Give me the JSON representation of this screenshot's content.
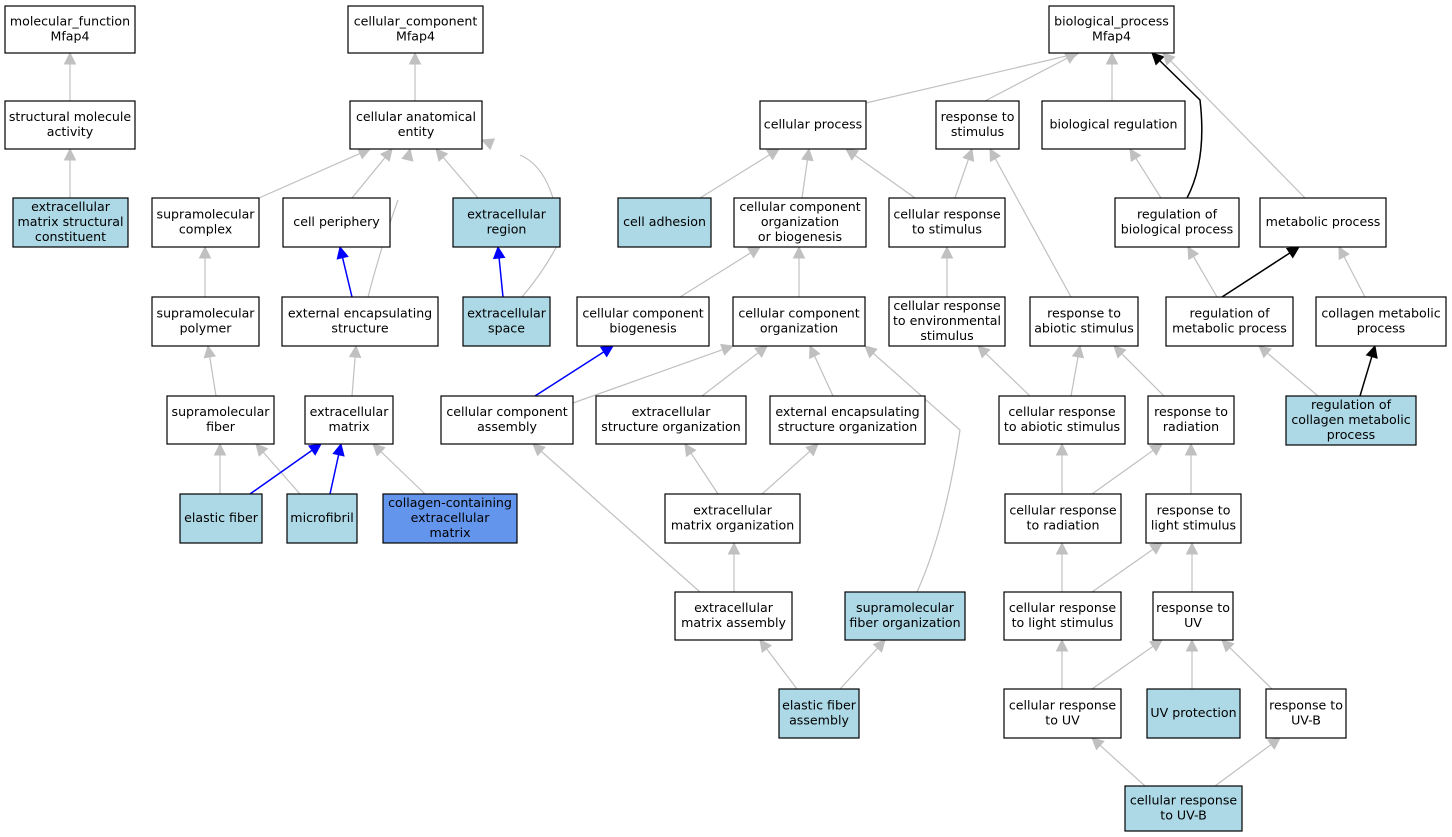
{
  "colors": {
    "default_fill": "#ffffff",
    "annotated_fill": "#add8e6",
    "primary_fill": "#6495ed",
    "edge_is_a": "#c0c0c0",
    "edge_part_of": "#0000ff",
    "edge_regulates": "#000000"
  },
  "nodes": [
    {
      "id": "mf",
      "lines": [
        "molecular_function",
        "Mfap4"
      ],
      "fill": "default"
    },
    {
      "id": "sma",
      "lines": [
        "structural molecule",
        "activity"
      ],
      "fill": "default"
    },
    {
      "id": "emsc",
      "lines": [
        "extracellular",
        "matrix structural",
        "constituent"
      ],
      "fill": "annotated"
    },
    {
      "id": "cc",
      "lines": [
        "cellular_component",
        "Mfap4"
      ],
      "fill": "default"
    },
    {
      "id": "cae",
      "lines": [
        "cellular anatomical",
        "entity"
      ],
      "fill": "default"
    },
    {
      "id": "smc",
      "lines": [
        "supramolecular",
        "complex"
      ],
      "fill": "default"
    },
    {
      "id": "cper",
      "lines": [
        "cell periphery"
      ],
      "fill": "default"
    },
    {
      "id": "ecreg",
      "lines": [
        "extracellular",
        "region"
      ],
      "fill": "annotated"
    },
    {
      "id": "smp",
      "lines": [
        "supramolecular",
        "polymer"
      ],
      "fill": "default"
    },
    {
      "id": "ees",
      "lines": [
        "external encapsulating",
        "structure"
      ],
      "fill": "default"
    },
    {
      "id": "ecsp",
      "lines": [
        "extracellular",
        "space"
      ],
      "fill": "annotated"
    },
    {
      "id": "smf",
      "lines": [
        "supramolecular",
        "fiber"
      ],
      "fill": "default"
    },
    {
      "id": "ecm",
      "lines": [
        "extracellular",
        "matrix"
      ],
      "fill": "default"
    },
    {
      "id": "ef",
      "lines": [
        "elastic fiber"
      ],
      "fill": "annotated"
    },
    {
      "id": "mfib",
      "lines": [
        "microfibril"
      ],
      "fill": "annotated"
    },
    {
      "id": "ccem",
      "lines": [
        "collagen-containing",
        "extracellular",
        "matrix"
      ],
      "fill": "primary"
    },
    {
      "id": "bp",
      "lines": [
        "biological_process",
        "Mfap4"
      ],
      "fill": "default"
    },
    {
      "id": "cp",
      "lines": [
        "cellular process"
      ],
      "fill": "default"
    },
    {
      "id": "rts",
      "lines": [
        "response to",
        "stimulus"
      ],
      "fill": "default"
    },
    {
      "id": "breg",
      "lines": [
        "biological regulation"
      ],
      "fill": "default"
    },
    {
      "id": "cadh",
      "lines": [
        "cell adhesion"
      ],
      "fill": "annotated"
    },
    {
      "id": "ccob",
      "lines": [
        "cellular component",
        "organization",
        "or biogenesis"
      ],
      "fill": "default"
    },
    {
      "id": "crts",
      "lines": [
        "cellular response",
        "to stimulus"
      ],
      "fill": "default"
    },
    {
      "id": "rbp",
      "lines": [
        "regulation of",
        "biological process"
      ],
      "fill": "default"
    },
    {
      "id": "mp",
      "lines": [
        "metabolic process"
      ],
      "fill": "default"
    },
    {
      "id": "ccb",
      "lines": [
        "cellular component",
        "biogenesis"
      ],
      "fill": "default"
    },
    {
      "id": "cco",
      "lines": [
        "cellular component",
        "organization"
      ],
      "fill": "default"
    },
    {
      "id": "crtes",
      "lines": [
        "cellular response",
        "to environmental",
        "stimulus"
      ],
      "fill": "default"
    },
    {
      "id": "rtas",
      "lines": [
        "response to",
        "abiotic stimulus"
      ],
      "fill": "default"
    },
    {
      "id": "rmp",
      "lines": [
        "regulation of",
        "metabolic process"
      ],
      "fill": "default"
    },
    {
      "id": "cmp",
      "lines": [
        "collagen metabolic",
        "process"
      ],
      "fill": "default"
    },
    {
      "id": "cca",
      "lines": [
        "cellular component",
        "assembly"
      ],
      "fill": "default"
    },
    {
      "id": "eso",
      "lines": [
        "extracellular",
        "structure organization"
      ],
      "fill": "default"
    },
    {
      "id": "eeso",
      "lines": [
        "external encapsulating",
        "structure organization"
      ],
      "fill": "default"
    },
    {
      "id": "crtas",
      "lines": [
        "cellular response",
        "to abiotic stimulus"
      ],
      "fill": "default"
    },
    {
      "id": "rtr",
      "lines": [
        "response to",
        "radiation"
      ],
      "fill": "default"
    },
    {
      "id": "rcmp",
      "lines": [
        "regulation of",
        "collagen metabolic",
        "process"
      ],
      "fill": "annotated"
    },
    {
      "id": "emo",
      "lines": [
        "extracellular",
        "matrix organization"
      ],
      "fill": "default"
    },
    {
      "id": "crtr",
      "lines": [
        "cellular response",
        "to radiation"
      ],
      "fill": "default"
    },
    {
      "id": "rtls",
      "lines": [
        "response to",
        "light stimulus"
      ],
      "fill": "default"
    },
    {
      "id": "ema",
      "lines": [
        "extracellular",
        "matrix assembly"
      ],
      "fill": "default"
    },
    {
      "id": "sfo",
      "lines": [
        "supramolecular",
        "fiber organization"
      ],
      "fill": "annotated"
    },
    {
      "id": "crtls",
      "lines": [
        "cellular response",
        "to light stimulus"
      ],
      "fill": "default"
    },
    {
      "id": "rtuv",
      "lines": [
        "response to",
        "UV"
      ],
      "fill": "default"
    },
    {
      "id": "efa",
      "lines": [
        "elastic fiber",
        "assembly"
      ],
      "fill": "annotated"
    },
    {
      "id": "crtuv",
      "lines": [
        "cellular response",
        "to UV"
      ],
      "fill": "default"
    },
    {
      "id": "uvp",
      "lines": [
        "UV protection"
      ],
      "fill": "annotated"
    },
    {
      "id": "rtuvb",
      "lines": [
        "response to",
        "UV-B"
      ],
      "fill": "default"
    },
    {
      "id": "crtuvb",
      "lines": [
        "cellular response",
        "to UV-B"
      ],
      "fill": "annotated"
    }
  ],
  "edges": [
    {
      "from": "sma",
      "to": "mf",
      "kind": "is_a"
    },
    {
      "from": "emsc",
      "to": "sma",
      "kind": "is_a"
    },
    {
      "from": "cae",
      "to": "cc",
      "kind": "is_a"
    },
    {
      "from": "smc",
      "to": "cae",
      "kind": "is_a"
    },
    {
      "from": "cper",
      "to": "cae",
      "kind": "is_a"
    },
    {
      "from": "ecreg",
      "to": "cae",
      "kind": "is_a"
    },
    {
      "from": "ees",
      "to": "cae",
      "kind": "is_a"
    },
    {
      "from": "ecsp",
      "to": "cae",
      "kind": "is_a"
    },
    {
      "from": "smp",
      "to": "smc",
      "kind": "is_a"
    },
    {
      "from": "ees",
      "to": "cper",
      "kind": "part_of"
    },
    {
      "from": "ecsp",
      "to": "ecreg",
      "kind": "part_of"
    },
    {
      "from": "smf",
      "to": "smp",
      "kind": "is_a"
    },
    {
      "from": "ecm",
      "to": "ees",
      "kind": "is_a"
    },
    {
      "from": "ef",
      "to": "smf",
      "kind": "is_a"
    },
    {
      "from": "mfib",
      "to": "smf",
      "kind": "is_a"
    },
    {
      "from": "ef",
      "to": "ecm",
      "kind": "part_of"
    },
    {
      "from": "mfib",
      "to": "ecm",
      "kind": "part_of"
    },
    {
      "from": "ccem",
      "to": "ecm",
      "kind": "is_a"
    },
    {
      "from": "cp",
      "to": "bp",
      "kind": "is_a"
    },
    {
      "from": "rts",
      "to": "bp",
      "kind": "is_a"
    },
    {
      "from": "breg",
      "to": "bp",
      "kind": "is_a"
    },
    {
      "from": "rbp",
      "to": "bp",
      "kind": "regulates"
    },
    {
      "from": "mp",
      "to": "bp",
      "kind": "is_a"
    },
    {
      "from": "cadh",
      "to": "cp",
      "kind": "is_a"
    },
    {
      "from": "ccob",
      "to": "cp",
      "kind": "is_a"
    },
    {
      "from": "crts",
      "to": "cp",
      "kind": "is_a"
    },
    {
      "from": "crts",
      "to": "rts",
      "kind": "is_a"
    },
    {
      "from": "rtas",
      "to": "rts",
      "kind": "is_a"
    },
    {
      "from": "rbp",
      "to": "breg",
      "kind": "is_a"
    },
    {
      "from": "ccb",
      "to": "ccob",
      "kind": "is_a"
    },
    {
      "from": "cco",
      "to": "ccob",
      "kind": "is_a"
    },
    {
      "from": "crtes",
      "to": "crts",
      "kind": "is_a"
    },
    {
      "from": "rmp",
      "to": "rbp",
      "kind": "is_a"
    },
    {
      "from": "rmp",
      "to": "mp",
      "kind": "regulates"
    },
    {
      "from": "cmp",
      "to": "mp",
      "kind": "is_a"
    },
    {
      "from": "cca",
      "to": "ccb",
      "kind": "part_of"
    },
    {
      "from": "cca",
      "to": "cco",
      "kind": "is_a"
    },
    {
      "from": "eso",
      "to": "cco",
      "kind": "is_a"
    },
    {
      "from": "eeso",
      "to": "cco",
      "kind": "is_a"
    },
    {
      "from": "sfo",
      "to": "cco",
      "kind": "is_a"
    },
    {
      "from": "crtas",
      "to": "crtes",
      "kind": "is_a"
    },
    {
      "from": "crtas",
      "to": "rtas",
      "kind": "is_a"
    },
    {
      "from": "rtr",
      "to": "rtas",
      "kind": "is_a"
    },
    {
      "from": "rcmp",
      "to": "rmp",
      "kind": "is_a"
    },
    {
      "from": "rcmp",
      "to": "cmp",
      "kind": "regulates"
    },
    {
      "from": "emo",
      "to": "eso",
      "kind": "is_a"
    },
    {
      "from": "emo",
      "to": "eeso",
      "kind": "is_a"
    },
    {
      "from": "crtr",
      "to": "crtas",
      "kind": "is_a"
    },
    {
      "from": "crtr",
      "to": "rtr",
      "kind": "is_a"
    },
    {
      "from": "rtls",
      "to": "rtr",
      "kind": "is_a"
    },
    {
      "from": "ema",
      "to": "cca",
      "kind": "is_a"
    },
    {
      "from": "ema",
      "to": "emo",
      "kind": "is_a"
    },
    {
      "from": "crtls",
      "to": "crtr",
      "kind": "is_a"
    },
    {
      "from": "crtls",
      "to": "rtls",
      "kind": "is_a"
    },
    {
      "from": "rtuv",
      "to": "rtls",
      "kind": "is_a"
    },
    {
      "from": "efa",
      "to": "ema",
      "kind": "is_a"
    },
    {
      "from": "efa",
      "to": "sfo",
      "kind": "is_a"
    },
    {
      "from": "crtuv",
      "to": "crtls",
      "kind": "is_a"
    },
    {
      "from": "crtuv",
      "to": "rtuv",
      "kind": "is_a"
    },
    {
      "from": "uvp",
      "to": "rtuv",
      "kind": "is_a"
    },
    {
      "from": "rtuvb",
      "to": "rtuv",
      "kind": "is_a"
    },
    {
      "from": "crtuvb",
      "to": "crtuv",
      "kind": "is_a"
    },
    {
      "from": "crtuvb",
      "to": "rtuvb",
      "kind": "is_a"
    }
  ]
}
